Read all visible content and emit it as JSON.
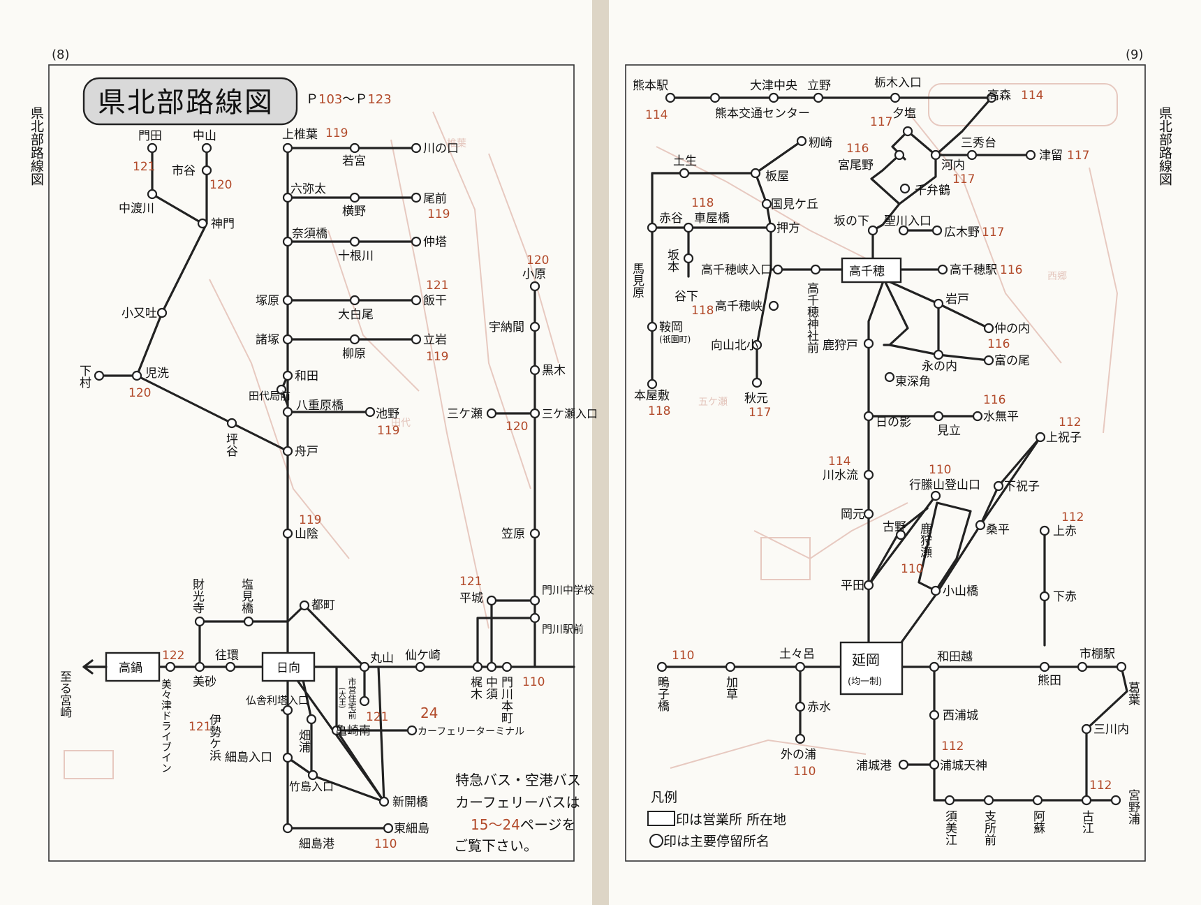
{
  "pages": {
    "left": "(8)",
    "right": "(9)"
  },
  "side_title": "県北部路線図",
  "title": "県北部路線図",
  "page_ref": {
    "p": "Ｐ",
    "from": "103",
    "tilde": "〜Ｐ",
    "to": "123"
  },
  "left_map": {
    "stops": {
      "kadota": "門田",
      "nakayama": "中山",
      "ichitani": "市谷",
      "nakabarugawa": "中渡川",
      "mikado": "神門",
      "komatabuki": "小又吐",
      "shimomura": "下村",
      "chisen": "児洗",
      "tsuboya": "坪谷",
      "kamishiiba": "上椎葉",
      "wakamiya": "若宮",
      "kawanokuchi": "川の口",
      "rokuyata": "六弥太",
      "yokono": "横野",
      "onomae": "尾前",
      "nasubashi": "奈須橋",
      "tokonegawa": "十根川",
      "nakato": "仲塔",
      "tsukabaru": "塚原",
      "oshirao": "大白尾",
      "iiboshi": "飯干",
      "morotsuka": "諸塚",
      "yanagihara": "柳原",
      "tateiwa": "立岩",
      "wada": "和田",
      "tashiro": "田代局前",
      "yaebarubashi": "八重原橋",
      "ikeno": "池野",
      "funado": "舟戸",
      "sanin": "山陰",
      "obaru": "小原",
      "unoma": "宇納間",
      "kuroki": "黒木",
      "mikasegase": "三ケ瀬",
      "mikase_iriguchi": "三ケ瀬入口",
      "kasahara": "笠原",
      "kadogawa_chugaku": "門川中学校",
      "kadogawa_eki": "門川駅前",
      "hiraki": "平城",
      "hyuga": "日向",
      "takanabe": "高鍋",
      "to_miyazaki": "至る宮崎",
      "mimitsu_drivein": "美々津ドライブイン",
      "bisa": "美砂",
      "okan": "往環",
      "zaikoji": "財光寺",
      "shiomibashi": "塩見橋",
      "tomachi": "都町",
      "maruyama": "丸山",
      "sengasaki": "仙ケ崎",
      "kaji": "梶木",
      "nakasu": "中須",
      "kadogawa_honmachi": "門川本町",
      "butsushari": "仏舎利塔入口",
      "isegahama": "伊勢ケ浜",
      "hataura": "畑浦",
      "hososhima_iriguchi": "細島入口",
      "takeshima_iriguchi": "竹島入口",
      "shiei_jutaku": "市営住宅前",
      "shiei_sub": "(大王)",
      "kamezaki_minami": "亀崎南",
      "ferry": "カーフェリーターミナル",
      "shinkaibashi": "新開橋",
      "higashihososhima": "東細島",
      "hososhima_ko": "細島港"
    },
    "routes": {
      "r121": "121",
      "r120": "120",
      "r119": "119",
      "r122": "122",
      "r24": "24",
      "r110": "110"
    },
    "note": {
      "line1": "特急バス・空港バス",
      "line2": "カーフェリーバスは",
      "range": "15〜24",
      "line3": "ページを",
      "line4": "ご覧下さい。"
    }
  },
  "right_map": {
    "stops": {
      "kumamoto_eki": "熊本駅",
      "otsu_chuo": "大津中央",
      "tateno": "立野",
      "tochinoki": "栃木入口",
      "kumamoto_kotsu": "熊本交通センター",
      "takamori": "高森",
      "yushio": "夕塩",
      "sanshudai": "三秀台",
      "tsudome": "津留",
      "kawachi": "河内",
      "miyaono": "宮尾野",
      "senbenzuru": "千弁鶴",
      "momizaki": "籾崎",
      "tsuchiiki": "土生",
      "itaya": "板屋",
      "kunimigaoka": "国見ケ丘",
      "akatani": "赤谷",
      "kurumayabashi": "車屋橋",
      "oshikata": "押方",
      "sakamoto": "坂本",
      "tanishita": "谷下",
      "sakanoshita": "坂の下",
      "hijirikawa": "聖川入口",
      "hirokino": "広木野",
      "takachiho": "高千穂",
      "takachiho_eki": "高千穂駅",
      "kyoiriguchi": "高千穂峡入口",
      "kyo": "高千穂峡",
      "jinja": "高千穂神社前",
      "mamihara": "馬見原",
      "kuraoka": "鞍岡",
      "kuraoka_sub": "(祇園町)",
      "honyashiki": "本屋敷",
      "mukaiyama": "向山北小",
      "akimoto": "秋元",
      "kagarido": "鹿狩戸",
      "iwato": "岩戸",
      "naka_no_uchi": "仲の内",
      "nagano_uchi": "永の内",
      "tominoo": "富の尾",
      "higashifukatsuno": "東深角",
      "hinokage": "日の影",
      "mitate": "見立",
      "mizunashi": "水無平",
      "kawamizuru": "川水流",
      "okamoto": "岡元",
      "gyoto_tozanguchi": "行縢山登山口",
      "kamihoriko": "上祝子",
      "shimohoriko": "下祝子",
      "kuwabira": "桑平",
      "furuno": "古野",
      "kagarise": "鹿狩瀬",
      "hirata": "平田",
      "koyamabashi": "小山橋",
      "kamiaka": "上赤",
      "shimoaka": "下赤",
      "nobeoka": "延岡",
      "nobeoka_sub": "(均一制)",
      "shigiko": "鴫子橋",
      "kaso": "加草",
      "dodoro": "土々呂",
      "akamizu": "赤水",
      "sotonoura": "外の浦",
      "wadakoshi": "和田越",
      "ichitana_eki": "市棚駅",
      "kumata": "熊田",
      "kuzuba": "葛葉",
      "nishiuragi": "西浦城",
      "mikawauchi": "三川内",
      "uragiko": "浦城港",
      "uragi_tenjin": "浦城天神",
      "sumie": "須美江",
      "shishomae": "支所前",
      "aso": "阿蘇",
      "furue": "古江",
      "miyanoura": "宮野浦"
    },
    "routes": {
      "r114": "114",
      "r117": "117",
      "r116": "116",
      "r118": "118",
      "r110": "110",
      "r112": "112"
    },
    "legend": {
      "title": "凡例",
      "office": "印は営業所 所在地",
      "stop": "印は主要停留所名"
    }
  },
  "colors": {
    "route_number": "#b24a2a",
    "paper": "#fbfaf6",
    "line": "#222222"
  }
}
